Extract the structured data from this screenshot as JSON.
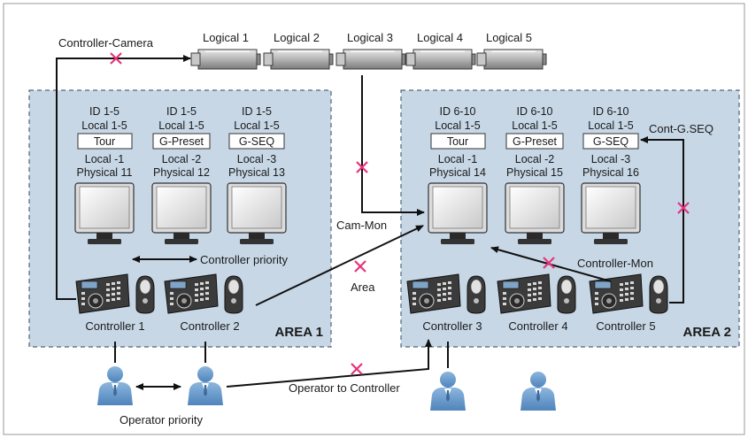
{
  "cameras": [
    {
      "label": "Logical 1"
    },
    {
      "label": "Logical 2"
    },
    {
      "label": "Logical 3"
    },
    {
      "label": "Logical 4"
    },
    {
      "label": "Logical 5"
    }
  ],
  "areas": [
    {
      "label": "AREA 1",
      "monitors": [
        {
          "id": "ID 1-5",
          "local": "Local 1-5",
          "mode": "Tour",
          "localnum": "Local -1",
          "physical": "Physical 11"
        },
        {
          "id": "ID 1-5",
          "local": "Local 1-5",
          "mode": "G-Preset",
          "localnum": "Local -2",
          "physical": "Physical 12"
        },
        {
          "id": "ID 1-5",
          "local": "Local 1-5",
          "mode": "G-SEQ",
          "localnum": "Local -3",
          "physical": "Physical 13"
        }
      ],
      "controllers": [
        "Controller 1",
        "Controller 2"
      ]
    },
    {
      "label": "AREA 2",
      "monitors": [
        {
          "id": "ID 6-10",
          "local": "Local 1-5",
          "mode": "Tour",
          "localnum": "Local -1",
          "physical": "Physical 14"
        },
        {
          "id": "ID 6-10",
          "local": "Local 1-5",
          "mode": "G-Preset",
          "localnum": "Local -2",
          "physical": "Physical 15"
        },
        {
          "id": "ID 6-10",
          "local": "Local 1-5",
          "mode": "G-SEQ",
          "localnum": "Local -3",
          "physical": "Physical 16"
        }
      ],
      "controllers": [
        "Controller 3",
        "Controller 4",
        "Controller 5"
      ]
    }
  ],
  "labels": {
    "controller_camera": "Controller-Camera",
    "controller_priority": "Controller priority",
    "cam_mon": "Cam-Mon",
    "area": "Area",
    "controller_mon": "Controller-Mon",
    "cont_gseq": "Cont-G.SEQ",
    "operator_to_controller": "Operator to Controller",
    "operator_priority": "Operator priority"
  },
  "colors": {
    "area_fill": "#c7d7e6",
    "area_border": "#4f6478",
    "cross": "#e8327a",
    "operator": "#6b9ccc",
    "line": "#111111"
  },
  "icons": {
    "camera": "cctv-camera-icon",
    "monitor": "monitor-icon",
    "controller": "keyboard-controller-icon",
    "operator": "operator-person-icon",
    "restriction": "cross-mark-icon"
  }
}
